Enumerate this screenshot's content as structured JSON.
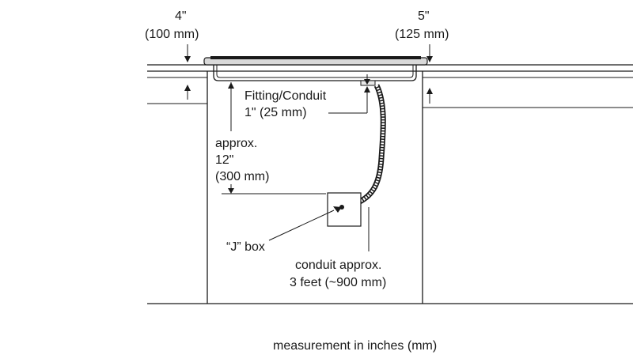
{
  "labels": {
    "left_clearance_in": "4\"",
    "left_clearance_mm": "(100 mm)",
    "right_clearance_in": "5\"",
    "right_clearance_mm": "(125 mm)",
    "fitting_line1": "Fitting/Conduit",
    "fitting_line2": "1\" (25 mm)",
    "approx_line1": "approx.",
    "approx_line2": "12\"",
    "approx_line3": "(300 mm)",
    "jbox": "“J” box",
    "conduit_line1": "conduit approx.",
    "conduit_line2": "3 feet (~900 mm)",
    "footer": "measurement in inches (mm)"
  },
  "colors": {
    "line": "#1a1a1a",
    "background": "#ffffff"
  }
}
